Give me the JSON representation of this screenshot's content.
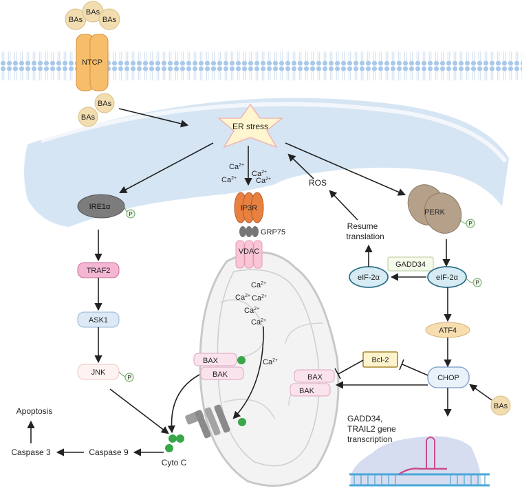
{
  "labels": {
    "bas": "BAs",
    "ntcp": "NTCP",
    "er_stress": "ER stress",
    "ca": "Ca",
    "ca_sup": "2+",
    "ip3r": "IP3R",
    "grp75": "GRP75",
    "vdac": "VDAC",
    "ros": "ROS",
    "resume_translation_1": "Resume",
    "resume_translation_2": "translation",
    "ire1a": "IRE1α",
    "p": "P",
    "traf2": "TRAF2",
    "ask1": "ASK1",
    "jnk": "JNK",
    "perk": "PERK",
    "gadd34": "GADD34",
    "eif2a": "eIF-2α",
    "atf4": "ATF4",
    "chop": "CHOP",
    "bcl2": "Bcl-2",
    "bax": "BAX",
    "bak": "BAK",
    "apoptosis": "Apoptosis",
    "caspase3": "Caspase 3",
    "caspase9": "Caspase 9",
    "cyto_c": "Cyto C",
    "transcription_1": "GADD34,",
    "transcription_2": "TRAIL2 gene",
    "transcription_3": "transcription"
  },
  "colors": {
    "membrane": "#c9dff3",
    "lipid_head": "#a9c9ea",
    "er": "#cfe1f2",
    "ba": "#f2ddb0",
    "ntcp": "#f6bd6a",
    "star": "#fff6cf",
    "ip3r": "#e8813f",
    "perk": "#b5a08a",
    "ire1a": "#7c7c7c",
    "pink_box": "#f4b6d2",
    "blue_box": "#dde9f7",
    "eif2a": "#d6ebf3",
    "atf4": "#f6deb0",
    "bcl2": "#fdf4cd",
    "green": "#3aa64a"
  }
}
